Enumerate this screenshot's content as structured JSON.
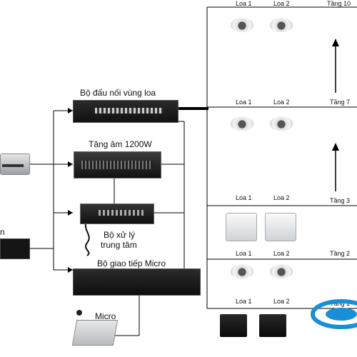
{
  "devices": {
    "zone_connector": {
      "label": "Bộ đấu nối vùng loa"
    },
    "amplifier": {
      "label": "Tăng âm 1200W"
    },
    "processor": {
      "label_line1": "Bộ xử lý",
      "label_line2": "trung tâm"
    },
    "mic_interface": {
      "label": "Bộ giao tiếp Micro"
    },
    "microphone": {
      "label": "Micro"
    },
    "left_input_partial": {
      "label": "n"
    }
  },
  "floors": [
    {
      "name": "Tầng 10",
      "speaker1": "Loa 1",
      "speaker2": "Loa 2",
      "speaker_type": "ceiling"
    },
    {
      "name": "Tầng 7",
      "speaker1": "Loa 1",
      "speaker2": "Loa 2",
      "speaker_type": "ceiling"
    },
    {
      "name": "Tầng 3",
      "speaker1": "Loa 1",
      "speaker2": "Loa 2",
      "speaker_type": "wall-white"
    },
    {
      "name": "Tầng 2",
      "speaker1": "Loa 1",
      "speaker2": "Loa 2",
      "speaker_type": "ceiling"
    },
    {
      "name": "Tầng 1",
      "speaker1": "Loa 1",
      "speaker2": "Loa 2",
      "speaker_type": "box-black"
    }
  ],
  "colors": {
    "line": "#000000",
    "device_dark": "#1c1c1c",
    "logo_blue": "#1a8fd6"
  }
}
